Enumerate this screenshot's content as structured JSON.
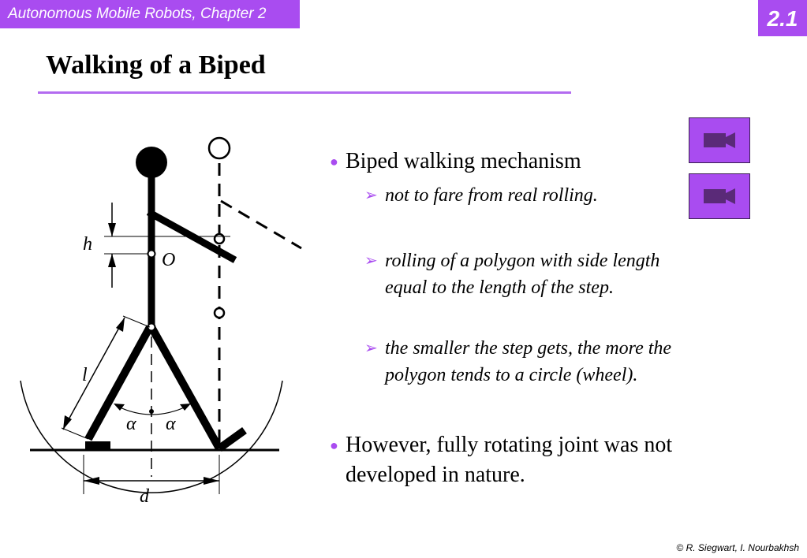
{
  "header": {
    "chapter_label": "Autonomous Mobile Robots, Chapter 2",
    "section_number": "2.1"
  },
  "title": "Walking of a Biped",
  "diagram": {
    "labels": {
      "h": "h",
      "O": "O",
      "l": "l",
      "alpha_left": "α",
      "alpha_right": "α",
      "d": "d"
    }
  },
  "video_buttons": [
    {
      "icon": "video-camera-icon"
    },
    {
      "icon": "video-camera-icon"
    }
  ],
  "bullets": [
    {
      "text": "Biped walking mechanism",
      "sub": [
        {
          "lines": [
            "not to fare from real rolling."
          ]
        },
        {
          "lines": [
            "rolling of a polygon with side length",
            "equal to the length of the step."
          ]
        },
        {
          "lines": [
            "the smaller the step gets, the more the",
            "polygon tends to a circle (wheel)."
          ]
        }
      ]
    },
    {
      "lines": [
        "However, fully rotating joint was not",
        "developed in nature."
      ]
    }
  ],
  "copyright": "© R. Siegwart, I. Nourbakhsh",
  "colors": {
    "accent": "#a94cf0",
    "rule": "#b36bf0"
  }
}
